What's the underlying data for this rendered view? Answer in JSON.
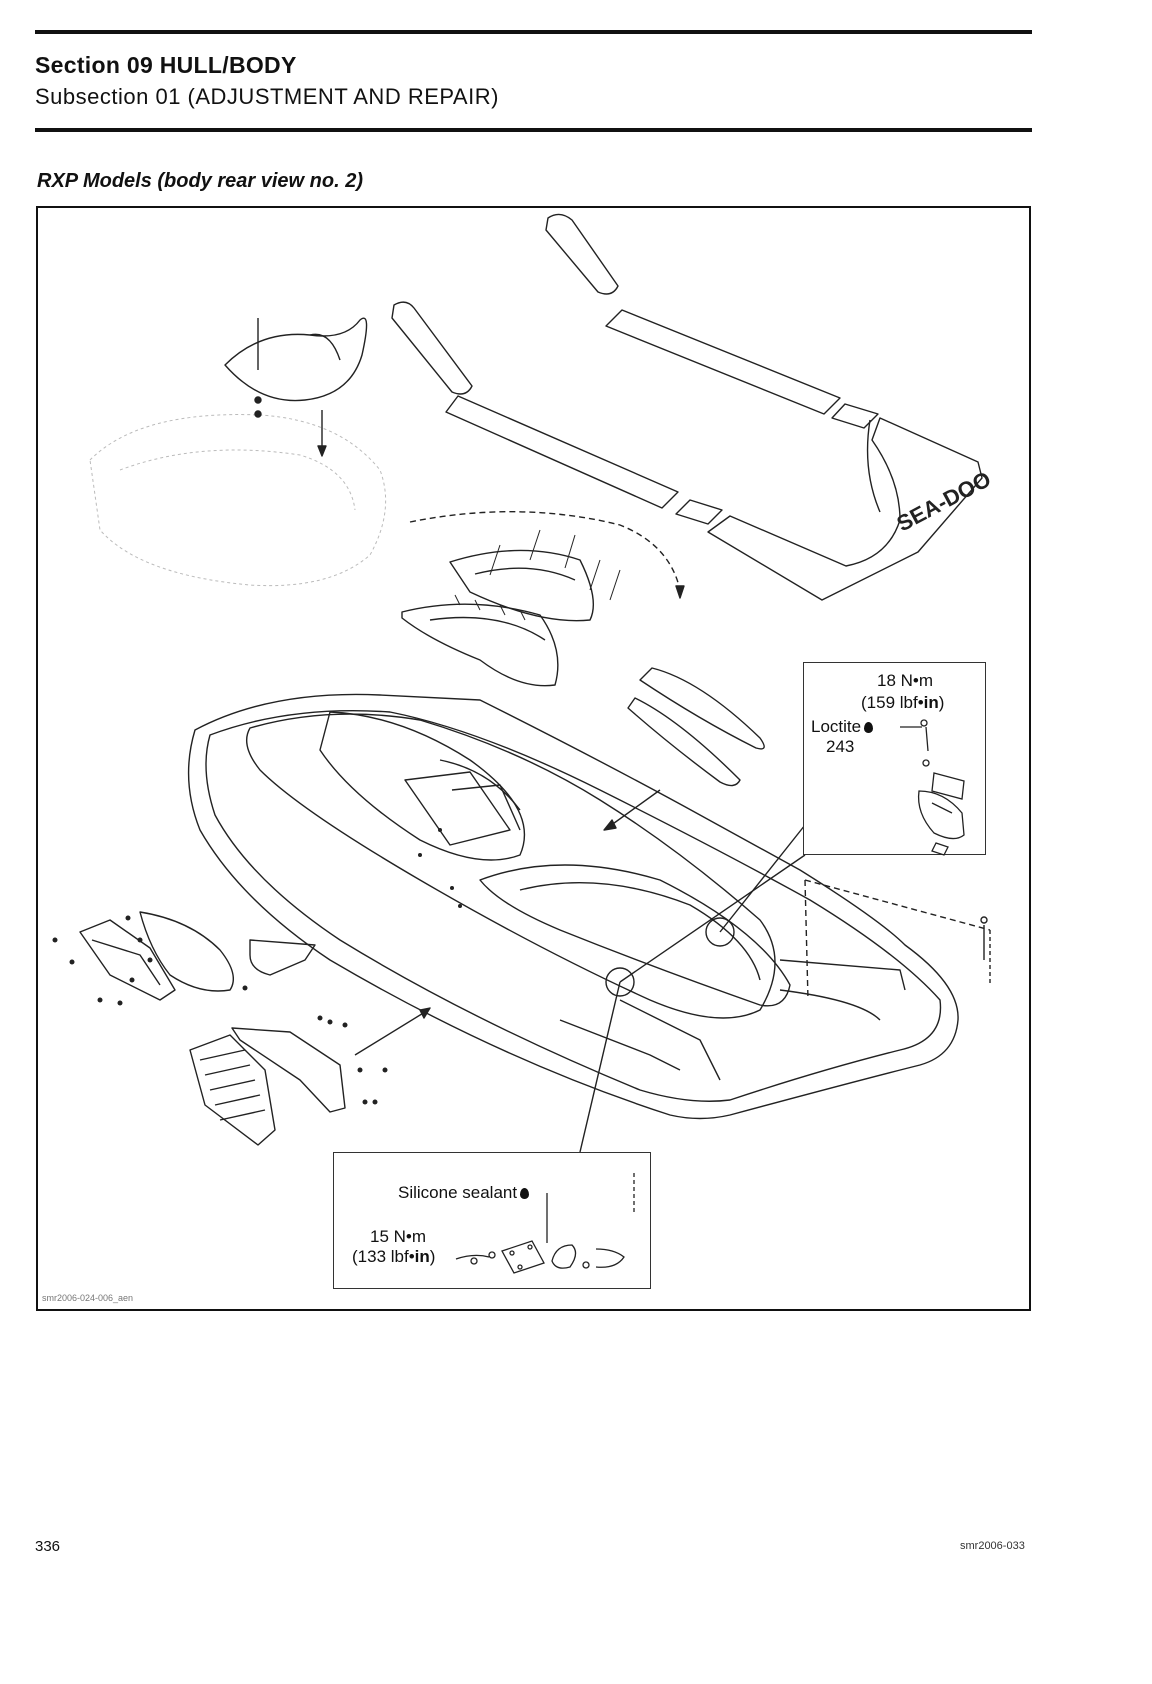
{
  "header": {
    "section": "Section 09 HULL/BODY",
    "subsection": "Subsection 01 (ADJUSTMENT AND REPAIR)"
  },
  "figure": {
    "caption": "RXP Models (body rear view no. 2)",
    "callout_top": {
      "torque_nm": "18 N•m",
      "torque_lbf_prefix": "(159 lbf•",
      "torque_lbf_unit": "in",
      "torque_lbf_suffix": ")",
      "loctite_label": "Loctite",
      "loctite_number": "243"
    },
    "callout_bottom": {
      "sealant_label": "Silicone sealant",
      "torque_nm": "15 N•m",
      "torque_lbf_prefix": "(133 lbf•",
      "torque_lbf_unit": "in",
      "torque_lbf_suffix": ")"
    },
    "logo_text": "SEA-DOO",
    "file_id": "smr2006-024-006_aen"
  },
  "footer": {
    "page_number": "336",
    "doc_code": "smr2006-033"
  }
}
